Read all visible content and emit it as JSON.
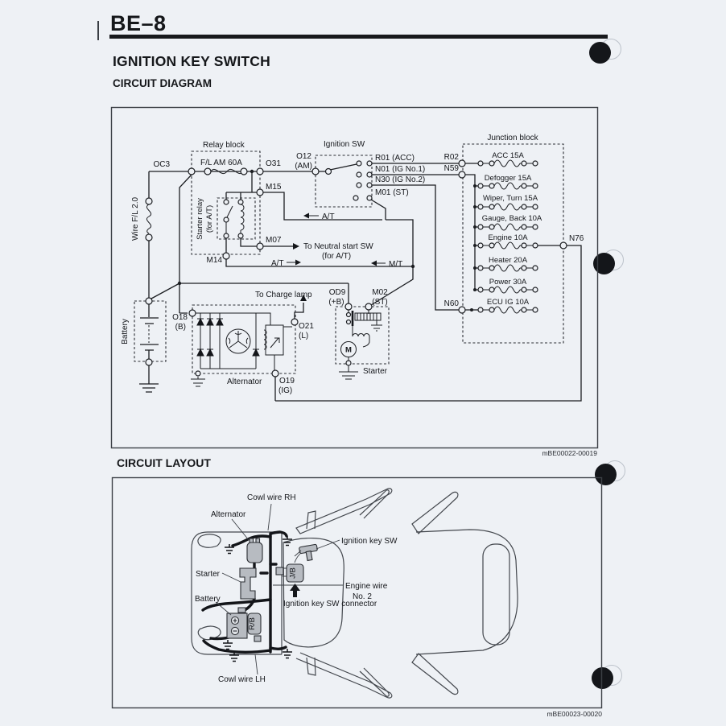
{
  "page": {
    "code": "BE–8",
    "title": "IGNITION KEY SWITCH"
  },
  "circuit_diagram": {
    "heading": "CIRCUIT DIAGRAM",
    "figure_code": "mBE00022-00019",
    "relay_block": {
      "label": "Relay block",
      "fusible_link": "F/L AM 60A",
      "starter_relay_line1": "Starter relay",
      "starter_relay_line2": "(for A/T)"
    },
    "ignition_sw": {
      "label": "Ignition SW",
      "contacts": [
        "R01 (ACC)",
        "N01 (IG No.1)",
        "N30 (IG No.2)",
        "M01 (ST)"
      ]
    },
    "junction_block": {
      "label": "Junction block",
      "fuses": [
        "ACC 15A",
        "Defogger 15A",
        "Wiper, Turn 15A",
        "Gauge, Back 10A",
        "Engine 10A",
        "Heater 20A",
        "Power 30A",
        "ECU IG 10A"
      ]
    },
    "nodes": {
      "oc3": "OC3",
      "o31": "O31",
      "o12": "O12",
      "o12_sub": "(AM)",
      "m15": "M15",
      "m07": "M07",
      "m14": "M14",
      "r02": "R02",
      "n59": "N59",
      "n60": "N60",
      "n76": "N76",
      "o18": "O18",
      "o18_sub": "(B)",
      "o19": "O19",
      "o19_sub": "(IG)",
      "o21": "O21",
      "o21_sub": "(L)",
      "od9": "OD9",
      "od9_sub": "(+B)",
      "m02": "M02",
      "m02_sub": "(ST)",
      "motor": "M"
    },
    "components": {
      "battery": "Battery",
      "alternator": "Alternator",
      "starter": "Starter",
      "wire_fl": "Wire F/L 2.0"
    },
    "annotations": {
      "at": "A/T",
      "mt": "M/T",
      "neutral1": "To Neutral start SW",
      "neutral2": "(for A/T)",
      "charge": "To Charge lamp"
    }
  },
  "circuit_layout": {
    "heading": "CIRCUIT LAYOUT",
    "figure_code": "mBE00023-00020",
    "labels": {
      "cowl_rh": "Cowl wire RH",
      "alternator": "Alternator",
      "ignition_key_sw": "Ignition key SW",
      "starter": "Starter",
      "battery": "Battery",
      "engine_wire1": "Engine wire",
      "engine_wire2": "No. 2",
      "connector": "Ignition key SW connector",
      "cowl_lh": "Cowl wire LH",
      "jb": "J/B",
      "rb": "R/B"
    }
  }
}
